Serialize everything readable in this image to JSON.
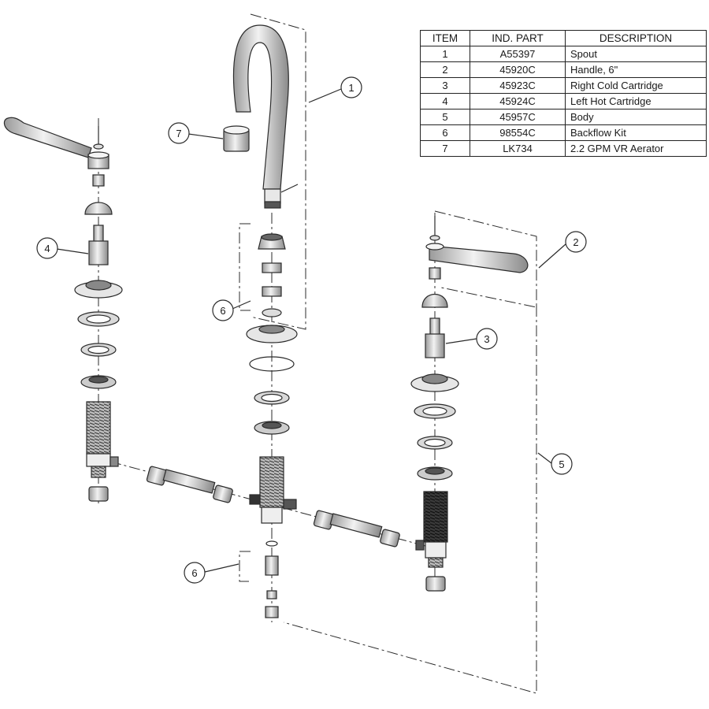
{
  "parts_table": {
    "headers": {
      "item": "ITEM",
      "part": "IND. PART",
      "description": "DESCRIPTION"
    },
    "rows": [
      {
        "item": "1",
        "part": "A55397",
        "description": "Spout"
      },
      {
        "item": "2",
        "part": "45920C",
        "description": "Handle, 6\""
      },
      {
        "item": "3",
        "part": "45923C",
        "description": "Right Cold Cartridge"
      },
      {
        "item": "4",
        "part": "45924C",
        "description": "Left Hot Cartridge"
      },
      {
        "item": "5",
        "part": "45957C",
        "description": "Body"
      },
      {
        "item": "6",
        "part": "98554C",
        "description": "Backflow Kit"
      },
      {
        "item": "7",
        "part": "LK734",
        "description": "2.2 GPM VR Aerator"
      }
    ]
  },
  "callouts": {
    "spout": "1",
    "handle": "2",
    "right_cartridge": "3",
    "left_cartridge": "4",
    "body": "5",
    "backflow_kit_upper": "6",
    "backflow_kit_lower": "6",
    "aerator": "7"
  },
  "colors": {
    "line": "#2b2b2b",
    "fill_light": "#f4f4f4",
    "fill_mid": "#d6d6d6",
    "fill_dark": "#555555"
  }
}
